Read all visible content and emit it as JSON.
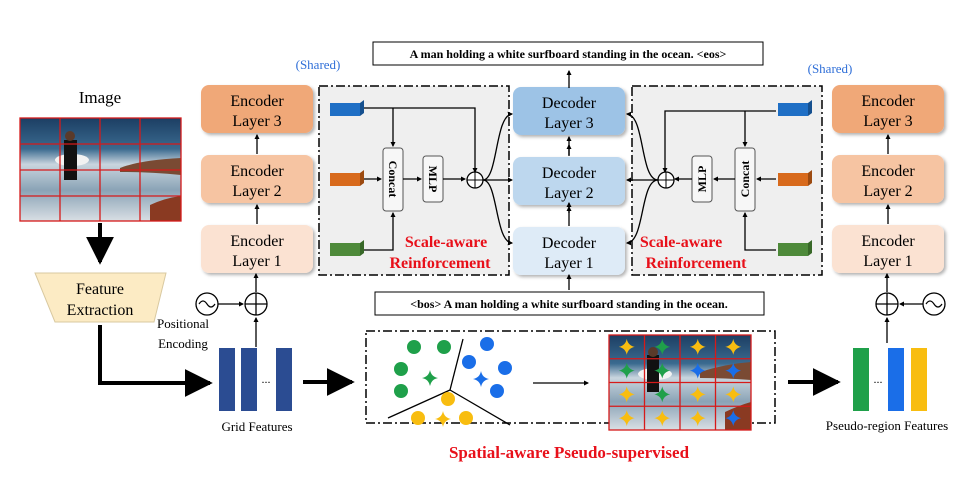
{
  "image_label": "Image",
  "feature_extraction": {
    "line1": "Feature",
    "line2": "Extraction"
  },
  "positional_encoding": {
    "line1": "Positional",
    "line2": "Encoding"
  },
  "grid_features_label": "Grid Features",
  "pseudo_region_label": "Pseudo-region Features",
  "shared_label": "(Shared)",
  "encoder_layers": [
    {
      "line1": "Encoder",
      "line2": "Layer 3"
    },
    {
      "line1": "Encoder",
      "line2": "Layer 2"
    },
    {
      "line1": "Encoder",
      "line2": "Layer 1"
    }
  ],
  "decoder_layers": [
    {
      "line1": "Decoder",
      "line2": "Layer 3"
    },
    {
      "line1": "Decoder",
      "line2": "Layer 2"
    },
    {
      "line1": "Decoder",
      "line2": "Layer 1"
    }
  ],
  "output_caption": "A man holding a white surfboard standing in the ocean. <eos>",
  "input_caption": "<bos> A man holding a white surfboard standing in the ocean.",
  "concat_label": "Concat",
  "mlp_label": "MLP",
  "scale_aware": {
    "line1": "Scale-aware",
    "line2": "Reinforcement"
  },
  "spatial_aware_label": "Spatial-aware Pseudo-supervised",
  "ellipsis": "...",
  "colors": {
    "enc3": "#F0A878",
    "enc2": "#F6C4A2",
    "enc1": "#FBE2D2",
    "dec3": "#9DC3E6",
    "dec2": "#BDD7EE",
    "dec1": "#DEEBF7",
    "blue": "#1F6FC5",
    "orange": "#D86A1C",
    "green": "#4E8A3A",
    "accent_red": "#E8101A",
    "shared_blue": "#2F6FD8",
    "cluster_green": "#1FA04A",
    "cluster_blue": "#1A6EE8",
    "cluster_yellow": "#F8BD10",
    "grid_feature": "#2B4C92",
    "feature_box": "#FCEBC4"
  },
  "pseudo_grid_stars": [
    [
      "yellow",
      "green",
      "yellow",
      "yellow"
    ],
    [
      "green",
      "green",
      "blue",
      "blue"
    ],
    [
      "yellow",
      "green",
      "yellow",
      "yellow"
    ],
    [
      "yellow",
      "yellow",
      "yellow",
      "blue"
    ]
  ]
}
